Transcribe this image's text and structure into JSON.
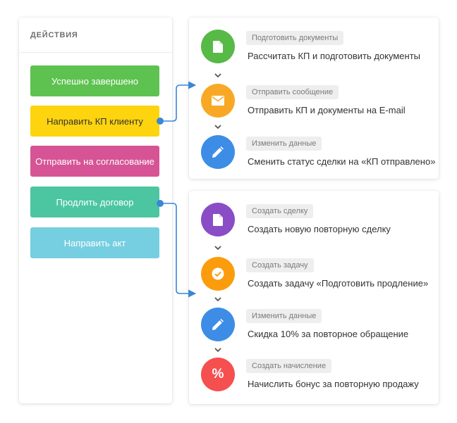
{
  "actions": {
    "header": "ДЕЙСТВИЯ",
    "buttons": [
      {
        "label": "Успешно завершено",
        "color": "#5dc250"
      },
      {
        "label": "Направить КП клиенту",
        "color": "#fdd40e"
      },
      {
        "label": "Отправить на согласование",
        "color": "#d65495"
      },
      {
        "label": "Продлить договор",
        "color": "#4cc6a0"
      },
      {
        "label": "Направить акт",
        "color": "#75cfe0"
      }
    ]
  },
  "workflow_1": {
    "steps": [
      {
        "tag": "Подготовить документы",
        "description": "Рассчитать КП и подготовить документы",
        "icon": "document-icon",
        "color": "#57b946"
      },
      {
        "tag": "Отправить сообщение",
        "description": "Отправить КП и документы на E-mail",
        "icon": "envelope-icon",
        "color": "#f9a825"
      },
      {
        "tag": "Изменить данные",
        "description": "Сменить статус сделки на «КП отправлено»",
        "icon": "pencil-icon",
        "color": "#3d8de6"
      }
    ]
  },
  "workflow_2": {
    "steps": [
      {
        "tag": "Создать сделку",
        "description": "Создать новую повторную сделку",
        "icon": "document-icon",
        "color": "#8a4dc5"
      },
      {
        "tag": "Создать задачу",
        "description": "Создать задачу «Подготовить продление»",
        "icon": "checkmark-icon",
        "color": "#fb9c0c"
      },
      {
        "tag": "Изменить данные",
        "description": "Скидка 10% за повторное обращение",
        "icon": "pencil-icon",
        "color": "#3d8de6"
      },
      {
        "tag": "Создать начисление",
        "description": "Начислить бонус за повторную продажу",
        "icon": "percent-icon",
        "color": "#f54f4f",
        "glyph": "%"
      }
    ]
  },
  "connector_color": "#3a86d8"
}
